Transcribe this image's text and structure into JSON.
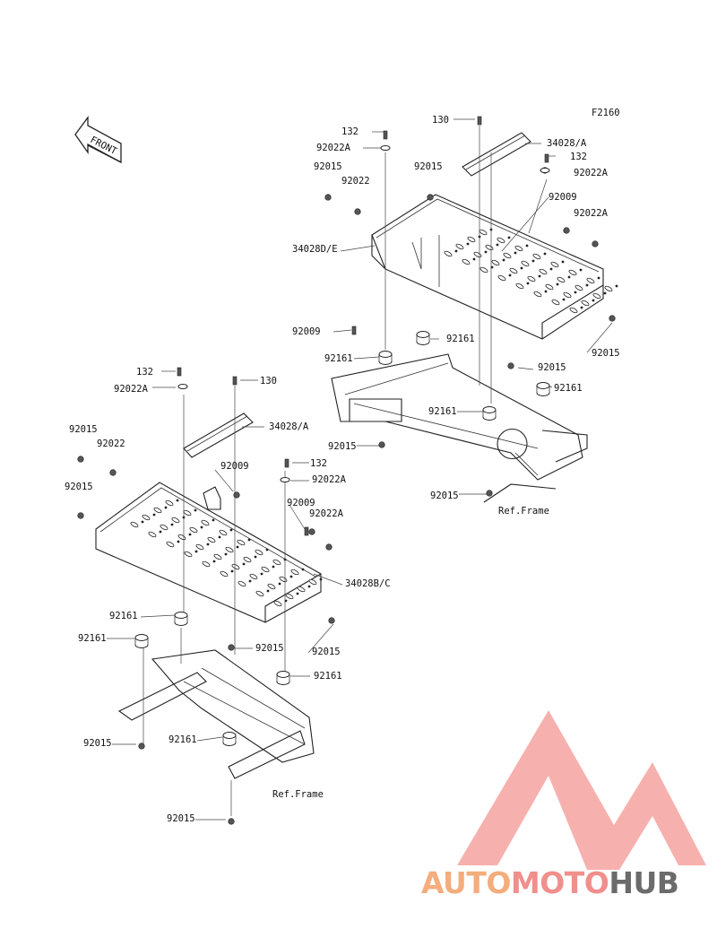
{
  "figure_code": "F2160",
  "front_label": "FRONT",
  "ref_label": "Ref.Frame",
  "watermark": {
    "auto": "AUTO",
    "moto": "MOTO",
    "hub": "HUB",
    "colors": {
      "triangle": "#f4a3a0",
      "auto": "#f4ad7d",
      "moto": "#f08f8c",
      "hub": "#6b6b6b"
    }
  },
  "labels": {
    "upper": [
      "130",
      "34028/A",
      "132",
      "132",
      "92022A",
      "92022A",
      "92015",
      "92015",
      "92022",
      "92009",
      "92022A",
      "34028D/E",
      "92009",
      "92161",
      "92161",
      "92015",
      "92015",
      "92161",
      "92161",
      "92015",
      "92015"
    ],
    "lower": [
      "132",
      "92022A",
      "130",
      "34028/A",
      "92015",
      "92022",
      "92009",
      "132",
      "92015",
      "92022A",
      "92009",
      "92022A",
      "34028B/C",
      "92161",
      "92161",
      "92015",
      "92015",
      "92161",
      "92161",
      "92015",
      "92015"
    ]
  }
}
